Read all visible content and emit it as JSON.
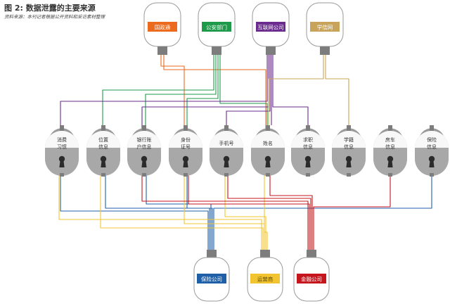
{
  "title": "图 2: 数据泄露的主要来源",
  "subtitle": "资料来源：本刊记者根据公开资料和采访素材整理",
  "sources": [
    {
      "label": "国政通",
      "color": "#ec6a1e"
    },
    {
      "label": "公安部门",
      "color": "#1f9a4b"
    },
    {
      "label": "互联网公司",
      "color": "#6a2c8e"
    },
    {
      "label": "学信网",
      "color": "#c8a45a"
    }
  ],
  "data_types": [
    {
      "line1": "消费",
      "line2": "习惯"
    },
    {
      "line1": "位置",
      "line2": "信息"
    },
    {
      "line1": "银行账",
      "line2": "户信息"
    },
    {
      "line1": "身份",
      "line2": "证号"
    },
    {
      "line1": "手机号",
      "line2": ""
    },
    {
      "line1": "姓名",
      "line2": ""
    },
    {
      "line1": "求职",
      "line2": "信息"
    },
    {
      "line1": "学籍",
      "line2": "信息"
    },
    {
      "line1": "房车",
      "line2": "信息"
    },
    {
      "line1": "保险",
      "line2": "信息"
    }
  ],
  "users": [
    {
      "label": "保险公司",
      "color": "#1f5fa8"
    },
    {
      "label": "运营商",
      "color": "#f2c530"
    },
    {
      "label": "金融公司",
      "color": "#c4161c"
    }
  ]
}
